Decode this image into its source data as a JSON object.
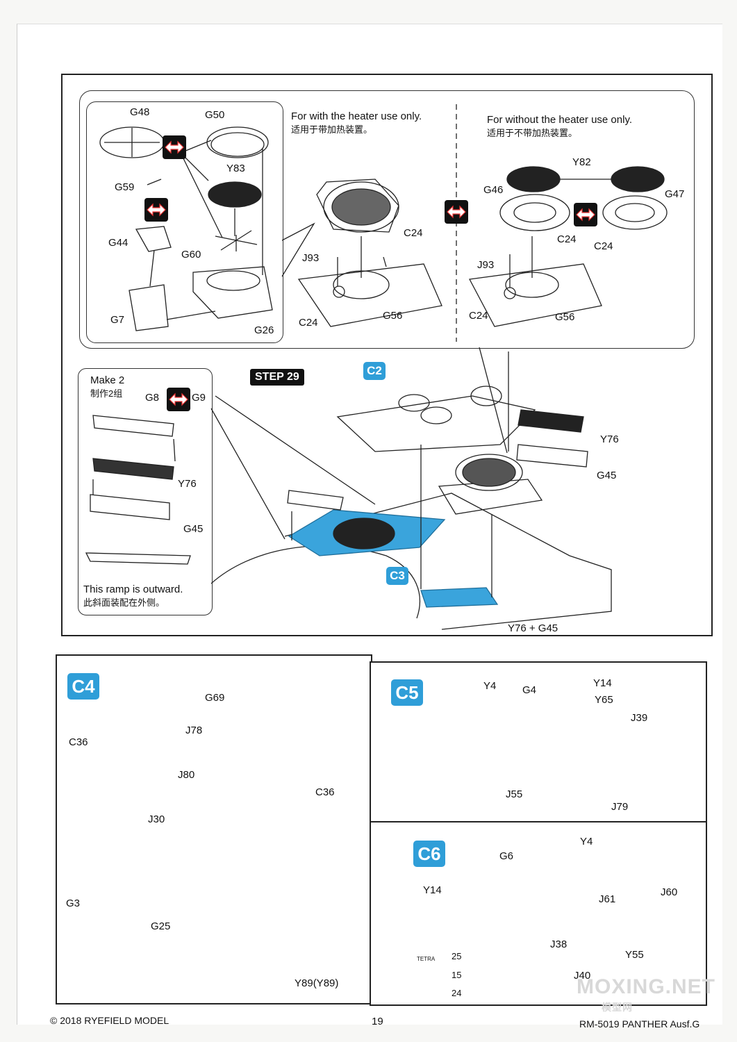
{
  "top_panel": {
    "step_label": "STEP 29",
    "option_with": {
      "en": "For with the heater use only.",
      "zh": "适用于带加热装置。"
    },
    "option_without": {
      "en": "For without the heater use only.",
      "zh": "适用于不带加热装置。"
    },
    "heater_parts": [
      "G48",
      "G50",
      "Y83",
      "G59",
      "G44",
      "G60",
      "G7",
      "G26"
    ],
    "with_parts": [
      "C24",
      "J93",
      "C24",
      "G56"
    ],
    "without_parts": [
      "Y82",
      "G46",
      "G47",
      "C24",
      "C24",
      "J93",
      "C24",
      "G56"
    ],
    "makebox": {
      "title_en": "Make 2",
      "title_zh": "制作2组",
      "parts": [
        "G8",
        "G9",
        "Y76",
        "G45"
      ],
      "ramp_en": "This ramp is outward.",
      "ramp_zh": "此斜面装配在外侧。"
    },
    "assembly_tags": [
      "C2",
      "C3"
    ],
    "assembly_parts": [
      "Y76",
      "G45",
      "Y76 + G45"
    ]
  },
  "c4": {
    "tag": "C4",
    "parts": [
      "G69",
      "J78",
      "C36",
      "J80",
      "C36",
      "J30",
      "G3",
      "G25"
    ],
    "inset_label": "Y89(Y89)"
  },
  "c5": {
    "tag": "C5",
    "parts": [
      "Y4",
      "G4",
      "Y14",
      "Y65",
      "J39",
      "J55",
      "J79"
    ]
  },
  "c6": {
    "tag": "C6",
    "parts": [
      "Y4",
      "G6",
      "Y14",
      "J60",
      "J61",
      "J38",
      "Y55",
      "J40"
    ],
    "paint_refs": [
      "25",
      "15",
      "24"
    ],
    "tube_label": "TETRA"
  },
  "footer": {
    "copyright": "© 2018 RYEFIELD MODEL",
    "page_number": "19",
    "model": "RM-5019 PANTHER Ausf.G"
  },
  "watermark": {
    "main": "MOXING.NET",
    "sub": "模型网"
  }
}
